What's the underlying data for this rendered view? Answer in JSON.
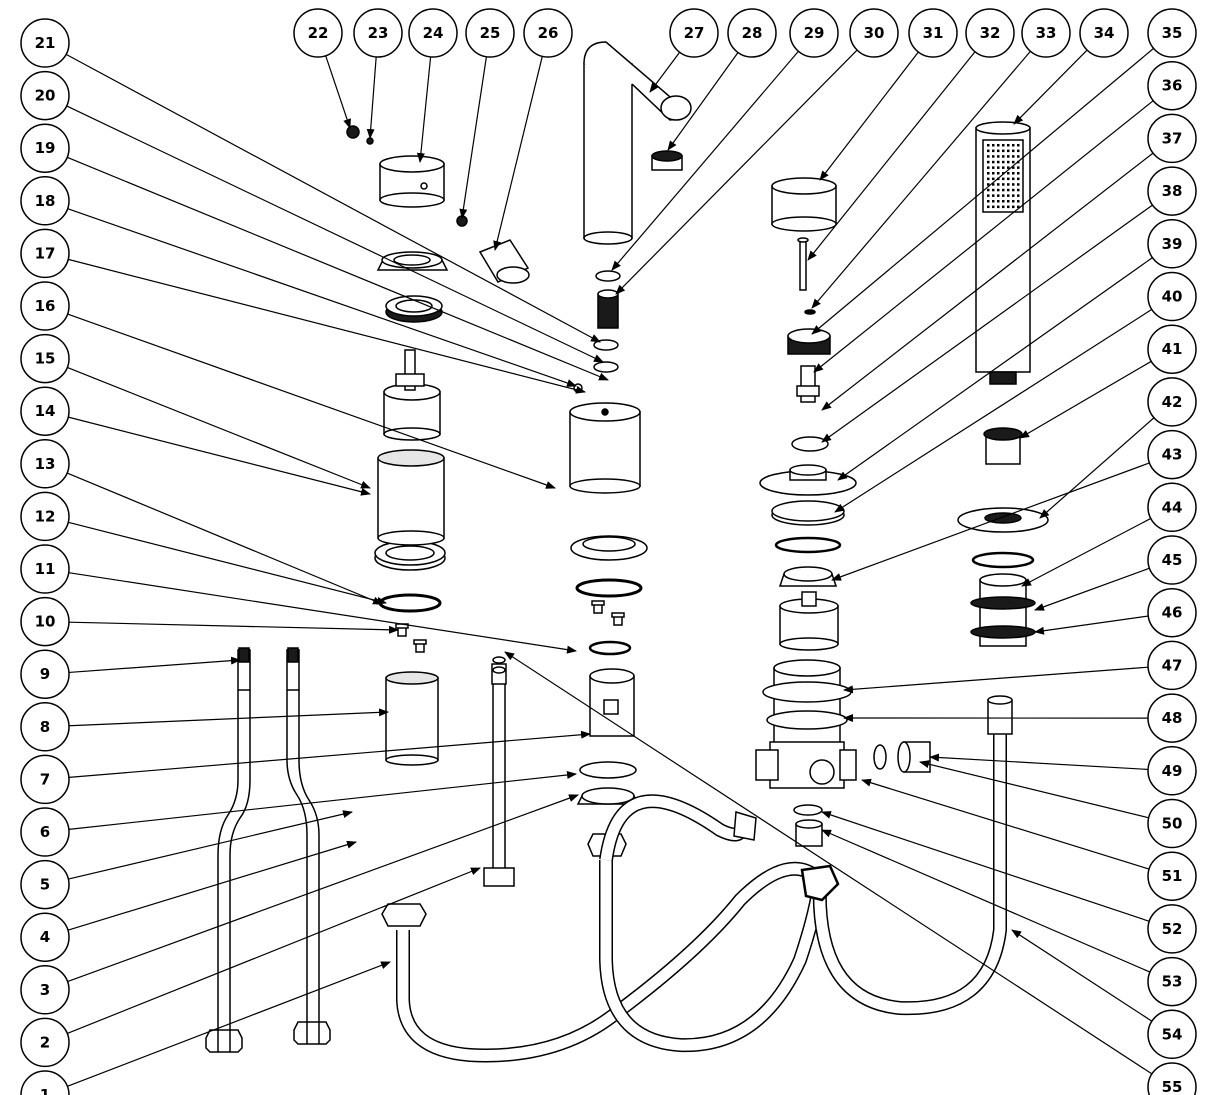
{
  "diagram": {
    "type": "exploded-parts-diagram",
    "callout_style": "numbered circles",
    "callouts": {
      "left_column": [
        "21",
        "20",
        "19",
        "18",
        "17",
        "16",
        "15",
        "14",
        "13",
        "12",
        "11",
        "10",
        "9",
        "8",
        "7",
        "6",
        "5",
        "4",
        "3",
        "2",
        "1"
      ],
      "top_row": [
        "22",
        "23",
        "24",
        "25",
        "26",
        "27",
        "28",
        "29",
        "30",
        "31",
        "32",
        "33",
        "34"
      ],
      "right_column": [
        "35",
        "36",
        "37",
        "38",
        "39",
        "40",
        "41",
        "42",
        "43",
        "44",
        "45",
        "46",
        "47",
        "48",
        "49",
        "50",
        "51",
        "52",
        "53",
        "54",
        "55"
      ]
    },
    "colors": {
      "line": "#000000",
      "background": "#ffffff",
      "shade": "#1a1a1a",
      "light": "#e6e6e6"
    }
  }
}
